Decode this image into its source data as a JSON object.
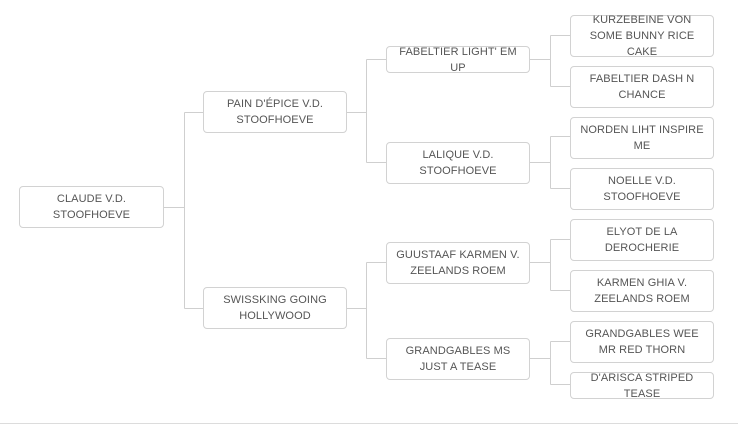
{
  "pedigree": {
    "subject": "CLAUDE V.D. STOOFHOEVE",
    "sire": "PAIN D'ÉPICE V.D. STOOFHOEVE",
    "dam": "SWISSKING GOING HOLLYWOOD",
    "sire_sire": "FABELTIER LIGHT' EM UP",
    "sire_dam": "LALIQUE V.D. STOOFHOEVE",
    "dam_sire": "GUUSTAAF KARMEN V. ZEELANDS ROEM",
    "dam_dam": "GRANDGABLES MS JUST A TEASE",
    "sire_sire_sire": "KURZEBEINE VON SOME BUNNY RICE CAKE",
    "sire_sire_dam": "FABELTIER DASH N CHANCE",
    "sire_dam_sire": "NORDEN LIHT INSPIRE ME",
    "sire_dam_dam": "NOELLE V.D. STOOFHOEVE",
    "dam_sire_sire": "ELYOT DE LA DEROCHERIE",
    "dam_sire_dam": "KARMEN GHIA V. ZEELANDS ROEM",
    "dam_dam_sire": "GRANDGABLES WEE MR RED THORN",
    "dam_dam_dam": "D'ARISCA STRIPED TEASE"
  }
}
